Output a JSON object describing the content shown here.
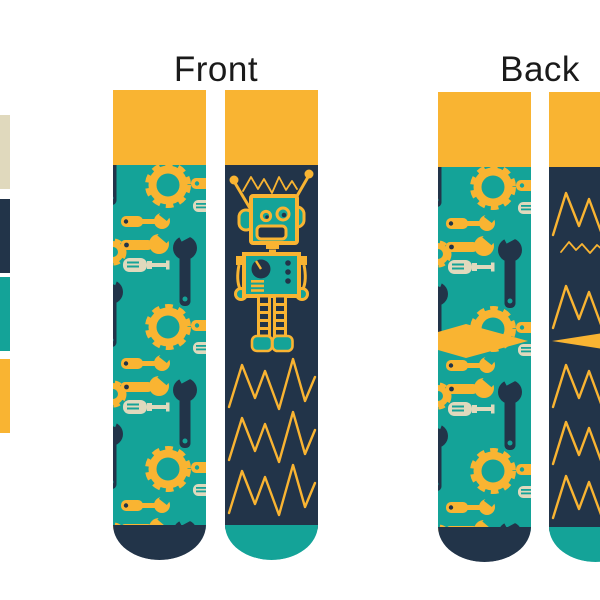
{
  "titles": {
    "front": "Front",
    "back": "Back"
  },
  "palette": {
    "swatches": [
      {
        "name": "cream",
        "hex": "#E0D9BD"
      },
      {
        "name": "navy",
        "hex": "#223449"
      },
      {
        "name": "teal",
        "hex": "#14A398"
      },
      {
        "name": "yellow",
        "hex": "#F9B432"
      }
    ]
  },
  "colors": {
    "cream": "#E0D9BD",
    "navy": "#223449",
    "teal": "#14A398",
    "yellow": "#F9B432",
    "title": "#1A1A1A",
    "background": "#FFFFFF"
  },
  "socks": {
    "front_left": {
      "view": "front",
      "pattern": "tools",
      "cuff": "yellow",
      "body": "teal",
      "toe": "navy"
    },
    "front_right": {
      "view": "front",
      "pattern": "robot-zigzag",
      "cuff": "yellow",
      "body": "navy",
      "toe": "teal"
    },
    "back_left": {
      "view": "back",
      "pattern": "tools-heel",
      "cuff": "yellow",
      "body": "teal",
      "toe": "navy"
    },
    "back_right": {
      "view": "back",
      "pattern": "zigzag-heel",
      "cuff": "yellow",
      "body": "navy",
      "toe": "teal"
    }
  }
}
